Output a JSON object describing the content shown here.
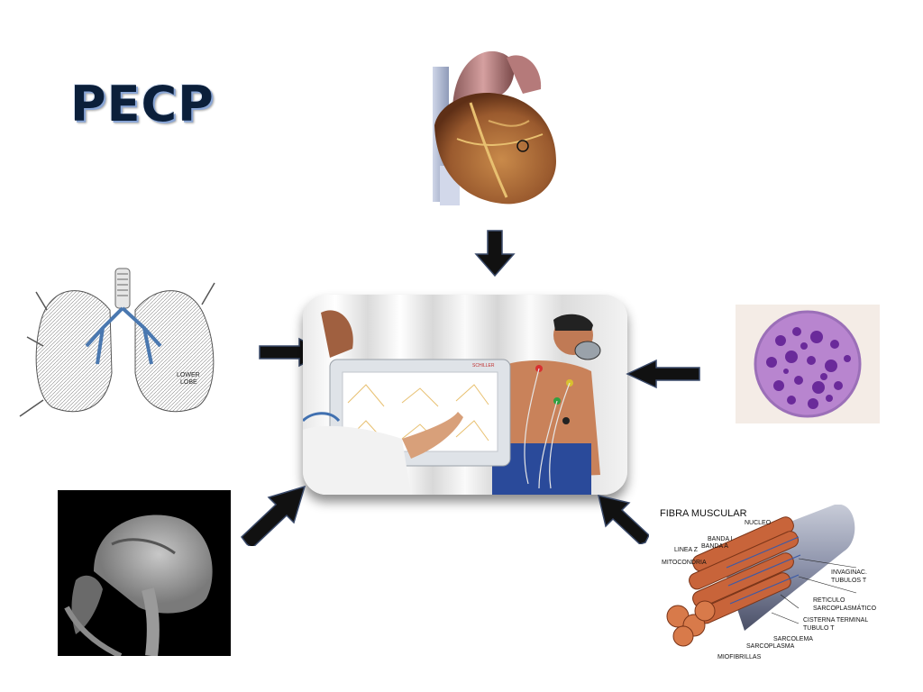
{
  "title": "PECP",
  "center_image": {
    "monitor_brand": "SCHILLER"
  },
  "muscle_fiber": {
    "title": "FIBRA MUSCULAR",
    "labels": {
      "nucleo": "NUCLEO",
      "banda_i": "BANDA I",
      "banda_a": "BANDA A",
      "linea_z": "LINEA Z",
      "mitocondria": "MITOCONDRIA",
      "invaginac_1": "INVAGINAC.",
      "invaginac_2": "TUBULOS T",
      "reticulo_1": "RETICULO",
      "reticulo_2": "SARCOPLASMÁTICO",
      "cisterna": "CISTERNA TERMINAL",
      "tubulo_t": "TUBULO T",
      "sarcolema": "SARCOLEMA",
      "sarcoplasma": "SARCOPLASMA",
      "miofibrillas": "MIOFIBRILLAS"
    }
  },
  "lungs": {
    "label_1": "LOWER",
    "label_2": "LOBE"
  },
  "colors": {
    "arrow": "#111111",
    "arrow_stroke": "#3a4a6a",
    "title": "#0b1f3a",
    "cell": "#9b4fc0"
  },
  "icons": [
    "heart-illustration",
    "lungs-illustration",
    "neutrophil-cell-image",
    "brain-mri-image",
    "muscle-fiber-diagram",
    "arrow-icon"
  ]
}
